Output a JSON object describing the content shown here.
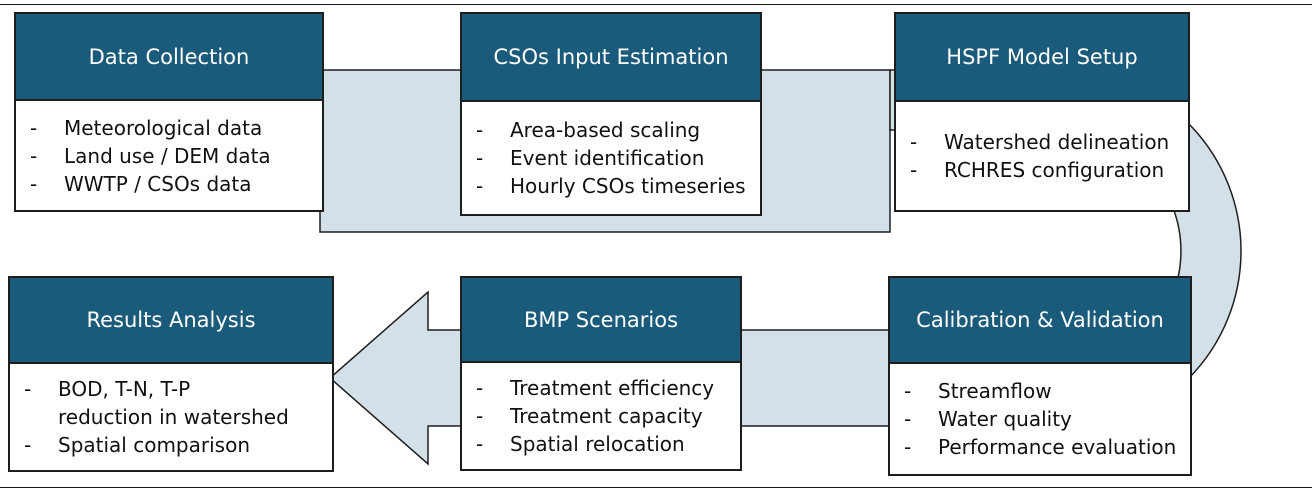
{
  "colors": {
    "header_fill": "#1a5a7a",
    "header_text": "#ffffff",
    "connector_fill": "#d3e0e8",
    "connector_stroke": "#1e1e1e",
    "box_border": "#1e1e1e"
  },
  "bullet_marker": "-",
  "boxes": {
    "data_collection": {
      "title": "Data Collection",
      "items": [
        "Meteorological data",
        "Land use / DEM data",
        "WWTP / CSOs data"
      ]
    },
    "csos_input": {
      "title": "CSOs Input Estimation",
      "items": [
        "Area-based scaling",
        "Event identification",
        "Hourly CSOs timeseries"
      ]
    },
    "hspf_setup": {
      "title": "HSPF Model Setup",
      "items": [
        "Watershed delineation",
        "RCHRES configuration"
      ]
    },
    "calibration": {
      "title": "Calibration & Validation",
      "items": [
        "Streamflow",
        "Water quality",
        "Performance evaluation"
      ]
    },
    "bmp_scenarios": {
      "title": "BMP Scenarios",
      "items": [
        "Treatment efficiency",
        "Treatment capacity",
        "Spatial relocation"
      ]
    },
    "results_analysis": {
      "title": "Results Analysis",
      "items": [
        "BOD, T-N, T-P\nreduction in watershed",
        "Spatial comparison"
      ]
    }
  }
}
